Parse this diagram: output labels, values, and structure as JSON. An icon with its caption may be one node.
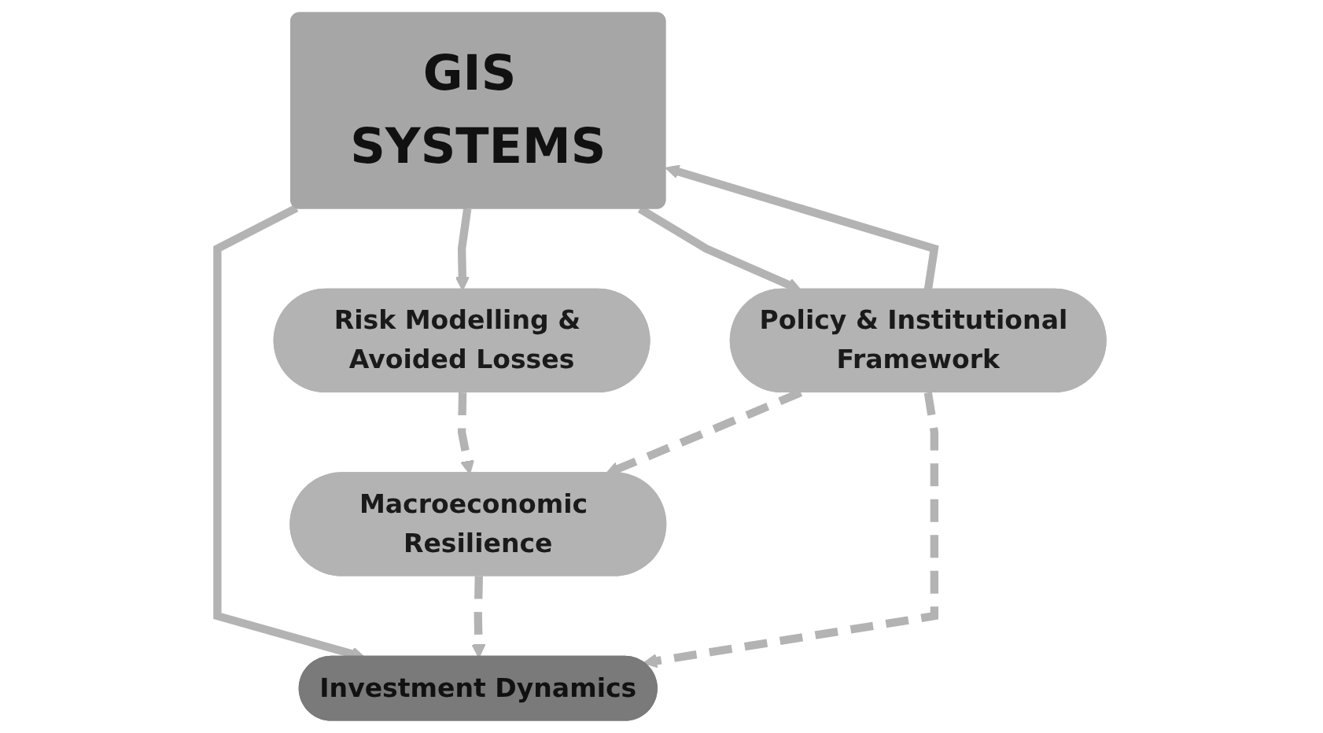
{
  "diagram": {
    "nodes": [
      {
        "text": [
          "Risk Modelling & Avoided Losses"
        ]
      },
      {
        "text": [
          "Macroeconomic Resilience"
        ]
      },
      {
        "text": [
          "GIS SYSTEMS"
        ]
      },
      {
        "text": [
          "Investment Dynamics"
        ]
      },
      {
        "text": [
          "Policy & Institutional Framework"
        ]
      }
    ],
    "edges": [
      {
        "from": 2,
        "to": 0,
        "arrow": "to"
      },
      {
        "from": 2,
        "to": 3,
        "arrow": "to"
      },
      {
        "from": 2,
        "to": 4,
        "arrow": "to"
      },
      {
        "from": 4,
        "to": 2,
        "arrow": "to"
      },
      {
        "from": 0,
        "to": 1,
        "arrow": "to",
        "style": "dashed"
      },
      {
        "from": 1,
        "to": 3,
        "arrow": "to",
        "style": "dashed"
      },
      {
        "from": 4,
        "to": 1,
        "arrow": "to",
        "style": "dashed"
      },
      {
        "from": 4,
        "to": 3,
        "arrow": "to",
        "style": "dashed"
      }
    ]
  }
}
